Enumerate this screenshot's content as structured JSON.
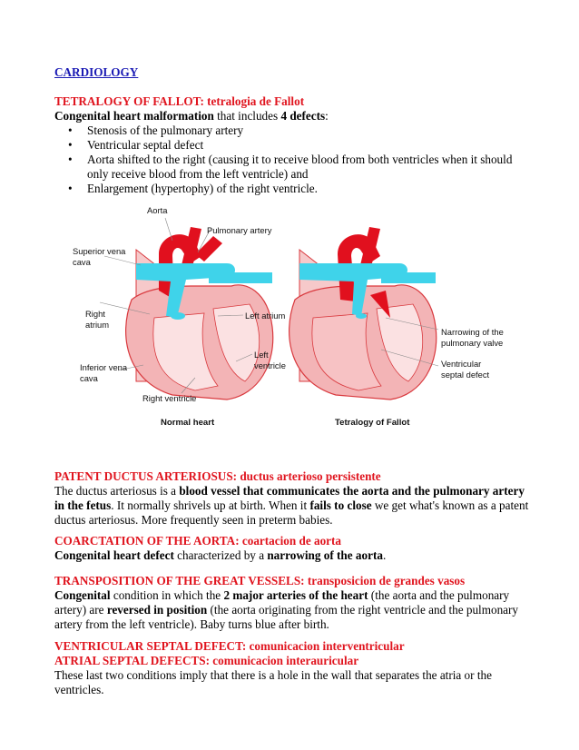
{
  "header": {
    "title": "CARDIOLOGY"
  },
  "tof": {
    "heading": "TETRALOGY OF FALLOT: tetralogia de Fallot",
    "intro_bold1": "Congenital heart malformation",
    "intro_mid": " that includes ",
    "intro_bold2": "4 defects",
    "intro_end": ":",
    "bullets": [
      "Stenosis of the pulmonary artery",
      "Ventricular septal defect",
      "Aorta shifted to the right (causing it to receive blood from both ventricles when it should only receive blood from the left ventricle) and",
      "Enlargement (hypertophy) of the right ventricle."
    ]
  },
  "figure": {
    "labels": {
      "aorta": "Aorta",
      "pulmonary_artery": "Pulmonary artery",
      "superior_vena_cava": "Superior vena cava",
      "right_atrium": "Right atrium",
      "left_atrium": "Left atrium",
      "left_ventricle": "Left ventricle",
      "inferior_vena_cava": "Inferior vena cava",
      "right_ventricle": "Right ventricle",
      "narrowing": "Narrowing of the pulmonary valve",
      "vsd": "Ventricular septal defect"
    },
    "captions": {
      "normal": "Normal heart",
      "tof": "Tetralogy of Fallot"
    },
    "colors": {
      "red": "#e1101e",
      "blue": "#3fd3ea",
      "pink": "#f3b4b6",
      "outline": "#d9393e"
    }
  },
  "pda": {
    "heading": "PATENT DUCTUS ARTERIOSUS: ductus arterioso persistente",
    "t1": "The ductus arteriosus  is a ",
    "b1": "blood vessel that communicates the aorta and the pulmonary artery in the fetus",
    "t2": ". It normally shrivels up at birth. When it ",
    "b2": "fails to close",
    "t3": " we get what's known as a patent ductus arteriosus. More frequently seen in preterm babies."
  },
  "coarct": {
    "heading": "COARCTATION OF THE AORTA: coartacion de aorta",
    "b1": "Congenital heart defect",
    "t1": " characterized by a ",
    "b2": "narrowing of the aorta",
    "t2": "."
  },
  "transp": {
    "heading": "TRANSPOSITION OF THE GREAT VESSELS: transposicion de grandes vasos",
    "b1": "Congenital",
    "t1": " condition in which the ",
    "b2": "2 major arteries of the heart",
    "t2": " (the aorta and the pulmonary artery) are ",
    "b3": "reversed in position",
    "t3": " (the aorta originating from the right ventricle and the pulmonary artery from the left ventricle). Baby turns blue after birth."
  },
  "septal": {
    "heading1": "VENTRICULAR SEPTAL DEFECT: comunicacion interventricular",
    "heading2": "ATRIAL SEPTAL DEFECTS: comunicacion interauricular",
    "text": "These last two conditions imply that there is a hole in the wall that separates the atria or the ventricles."
  }
}
